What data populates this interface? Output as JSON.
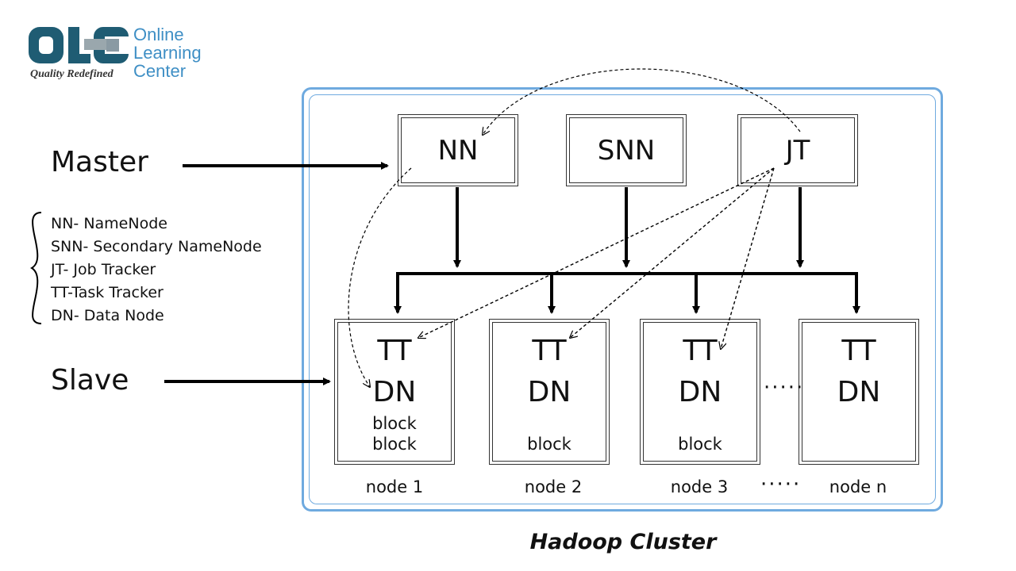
{
  "logo": {
    "line1": "Online",
    "line2": "Learning",
    "line3": "Center",
    "tagline": "Quality Redefined",
    "brand_color": "#3f8fc5",
    "mark_color": "#1f5c73"
  },
  "labels": {
    "master": "Master",
    "slave": "Slave"
  },
  "legend": [
    "NN- NameNode",
    "SNN- Secondary NameNode",
    "JT- Job Tracker",
    "TT-Task Tracker",
    "DN- Data Node"
  ],
  "master_nodes": [
    "NN",
    "SNN",
    "JT"
  ],
  "slave_nodes": [
    {
      "tt": "TT",
      "dn": "DN",
      "blocks": [
        "block",
        "block"
      ],
      "label": "node 1"
    },
    {
      "tt": "TT",
      "dn": "DN",
      "blocks": [
        "block"
      ],
      "label": "node 2"
    },
    {
      "tt": "TT",
      "dn": "DN",
      "blocks": [
        "block"
      ],
      "label": "node 3"
    },
    {
      "tt": "TT",
      "dn": "DN",
      "blocks": [],
      "label": "node n"
    }
  ],
  "ellipsis_between": "·····",
  "ellipsis_labels": "·····",
  "caption": "Hadoop Cluster",
  "cluster_border_color": "#6faadf"
}
